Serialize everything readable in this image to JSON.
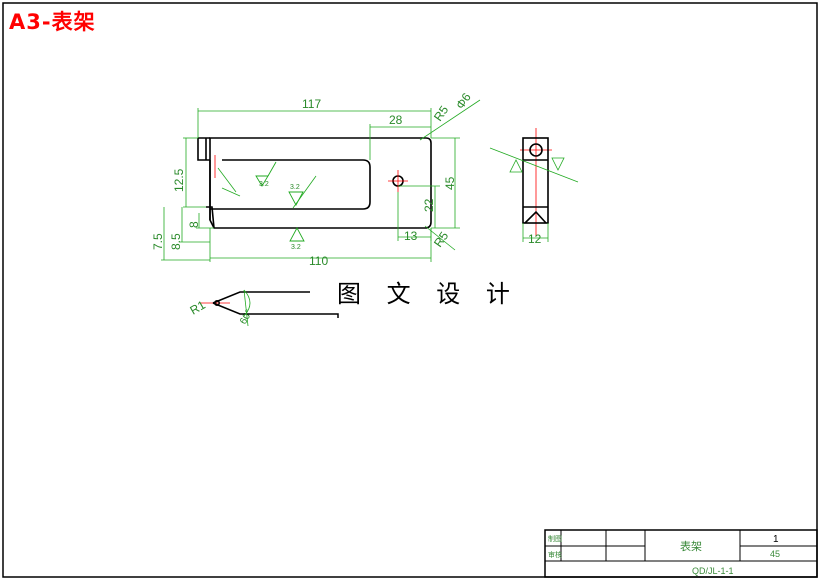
{
  "sheet": {
    "title": "A3-表架"
  },
  "watermark": "图 文 设 计",
  "dimensions": {
    "d117": "117",
    "d28": "28",
    "dR5_top": "R5",
    "dPhi6": "Φ6",
    "d12_5": "12.5",
    "d45": "45",
    "d22": "22",
    "d7_5": "7.5",
    "d8_5": "8.5",
    "d8": "8",
    "d13": "13",
    "dR5_bottom": "R5",
    "d110": "110",
    "d12": "12",
    "dR1": "R1",
    "d60": "60°"
  },
  "roughness": {
    "r1": "3.2",
    "r2": "3.2",
    "r3": "3.2"
  },
  "title_block": {
    "part_name": "表架",
    "quantity": "1",
    "material": "45",
    "drawing_no": "QD/JL-1-1",
    "cell_a": "制图",
    "cell_b": "审核"
  },
  "colors": {
    "outline": "#000000",
    "dimension": "#22aa22",
    "centerline": "#ff0000",
    "title": "#ff0000"
  }
}
